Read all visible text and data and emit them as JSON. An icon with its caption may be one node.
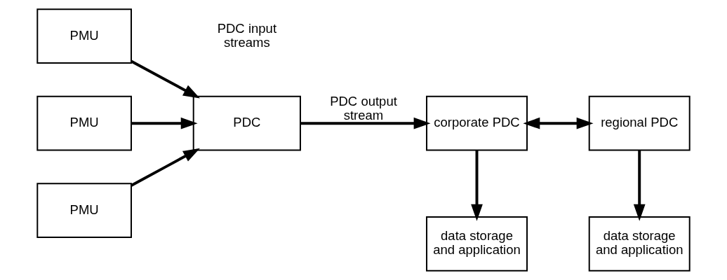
{
  "diagram": {
    "nodes": [
      {
        "text": [
          "PMU"
        ]
      },
      {
        "text": [
          "PMU"
        ]
      },
      {
        "text": [
          "PMU"
        ]
      },
      {
        "text": [
          "PDC"
        ]
      },
      {
        "text": [
          "corporate PDC"
        ]
      },
      {
        "text": [
          "regional PDC"
        ]
      },
      {
        "text": [
          "data storage and application"
        ]
      },
      {
        "text": [
          "data storage and application"
        ]
      }
    ],
    "edges": [
      {
        "from": 0,
        "to": 3,
        "arrow": "to"
      },
      {
        "from": 1,
        "to": 3,
        "arrow": "to"
      },
      {
        "from": 2,
        "to": 3,
        "arrow": "to"
      },
      {
        "from": 3,
        "to": 4,
        "arrow": "to",
        "label": "PDC output stream"
      },
      {
        "from": 4,
        "to": 6,
        "arrow": "to"
      },
      {
        "from": 4,
        "to": 5,
        "arrow": "both"
      },
      {
        "from": 5,
        "to": 7,
        "arrow": "to"
      }
    ],
    "labels": [
      "PDC input streams"
    ]
  }
}
